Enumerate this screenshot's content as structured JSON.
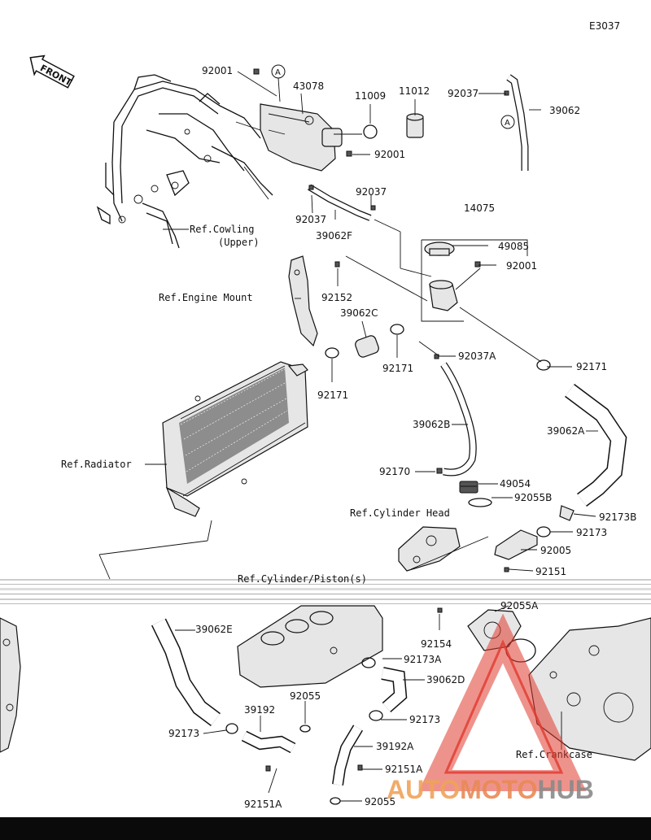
{
  "diagram_code": "E3037",
  "front_label": "FRONT",
  "marker_a": "A",
  "refs": {
    "cowling_1": "Ref.Cowling",
    "cowling_2": "(Upper)",
    "engine_mount": "Ref.Engine Mount",
    "radiator": "Ref.Radiator",
    "cylinder_head": "Ref.Cylinder Head",
    "cylinder_piston": "Ref.Cylinder/Piston(s)",
    "crankcase": "Ref.Crankcase"
  },
  "parts": {
    "p92001_a": "92001",
    "p43078": "43078",
    "p11009": "11009",
    "p11012": "11012",
    "p92037_a": "92037",
    "p39062": "39062",
    "p92001_b": "92001",
    "p92037_b": "92037",
    "p92037_c": "92037",
    "p39062F": "39062F",
    "p14075": "14075",
    "p49085": "49085",
    "p92001_c": "92001",
    "p92152": "92152",
    "p39062C": "39062C",
    "p92171_a": "92171",
    "p92037A": "92037A",
    "p92171_b": "92171",
    "p92171_c": "92171",
    "p39062B": "39062B",
    "p39062A": "39062A",
    "p92170": "92170",
    "p49054": "49054",
    "p92055B": "92055B",
    "p92173B": "92173B",
    "p92173_a": "92173",
    "p92005": "92005",
    "p92151": "92151",
    "p92055A": "92055A",
    "p39062E": "39062E",
    "p92154": "92154",
    "p92173A": "92173A",
    "p39062D": "39062D",
    "p92055": "92055",
    "p39192": "39192",
    "p92173_b": "92173",
    "p92173_c": "92173",
    "p39192A": "39192A",
    "p92151A_a": "92151A",
    "p92151A_b": "92151A",
    "p92055_b": "92055"
  },
  "watermark": {
    "part1": "AUTO",
    "part2": "MOTO",
    "part3": "HUB"
  },
  "colors": {
    "watermark_orange": "#f0a35a",
    "watermark_red": "#e03a2e",
    "watermark_gray": "#8a8a8a",
    "bar": "#0a0a0a"
  }
}
